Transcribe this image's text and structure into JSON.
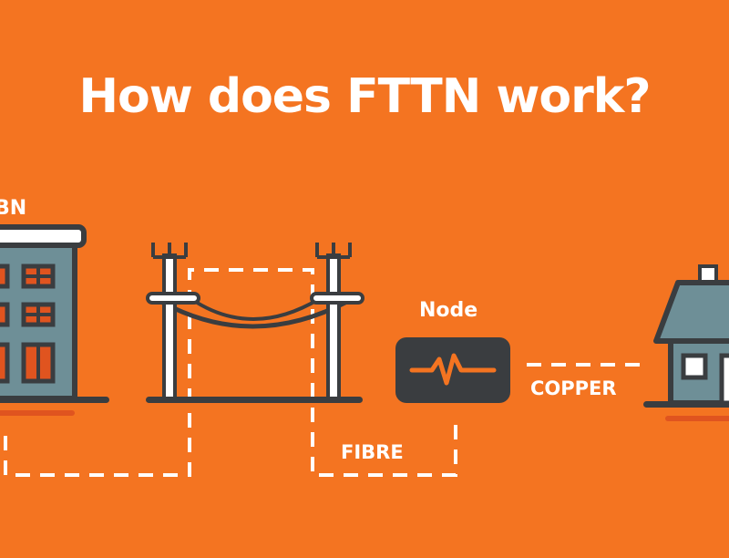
{
  "title": "How does FTTN work?",
  "labels": {
    "nbn": "BN",
    "node": "Node",
    "fibre": "FIBRE",
    "copper": "COPPER"
  },
  "colors": {
    "background": "#f47421",
    "dark": "#3a3d40",
    "teal": "#6e8f97",
    "white": "#ffffff",
    "shadow": "#e0541f",
    "node_pulse": "#f47421"
  }
}
